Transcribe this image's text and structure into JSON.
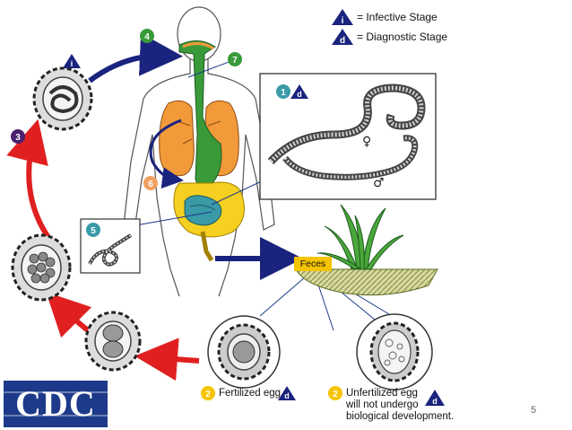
{
  "legend": {
    "infective_symbol": "i",
    "infective_text": "= Infective Stage",
    "diagnostic_symbol": "d",
    "diagnostic_text": "= Diagnostic Stage"
  },
  "steps": {
    "s1": "1",
    "s2a": "2",
    "s2b": "2",
    "s3": "3",
    "s4": "4",
    "s5": "5",
    "s6": "6",
    "s7": "7"
  },
  "stage_markers": {
    "infective_egg": "i",
    "adults": "d",
    "fertilized": "d",
    "unfertilized": "d"
  },
  "labels": {
    "feces": "Feces",
    "fertilized_egg": "Fertilized egg",
    "unfertilized_line1": "Unfertilized egg",
    "unfertilized_line2": "will not undergo",
    "unfertilized_line3": "biological development.",
    "female": "♀",
    "male": "♂"
  },
  "logo": {
    "text": "CDC"
  },
  "slide_number": "5",
  "colors": {
    "red_arrow": "#e02020",
    "blue_arrow": "#1a237e",
    "step_green": "#3a9a3a",
    "step_purple": "#4a1f6e",
    "step_teal": "#3a9aa8",
    "step_orange": "#f0a060",
    "step_yellow": "#f5c400",
    "lungs": "#f29a3a",
    "intestine": "#f5d020",
    "gut_green": "#3a9a3a",
    "cdc_blue": "#1d3a8a"
  }
}
